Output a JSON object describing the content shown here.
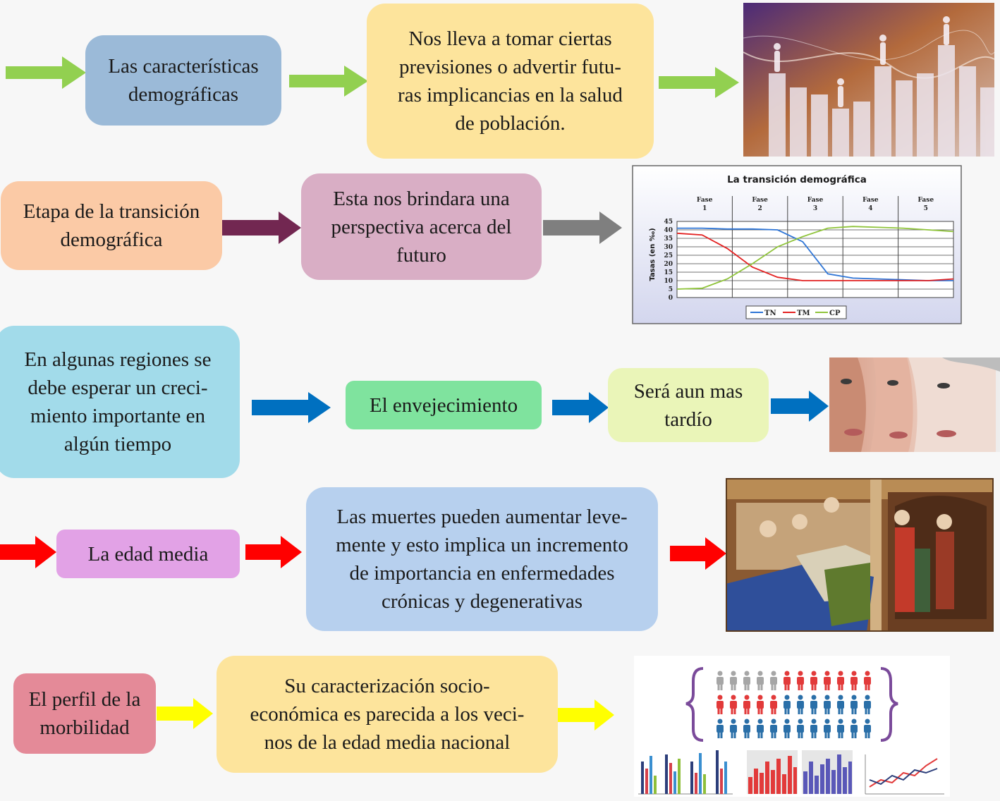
{
  "row1": {
    "box1": {
      "lines": [
        "Las características",
        "demográficas"
      ],
      "color": "#9bbad8"
    },
    "box2": {
      "lines": [
        "Nos lleva a tomar ciertas",
        "previsiones o advertir futu-",
        "ras implicancias en la salud",
        "de población."
      ],
      "color": "#fde49c"
    },
    "arrow_color": "#92d050"
  },
  "row2": {
    "box1": {
      "lines": [
        "Etapa de la transición",
        "demográfica"
      ],
      "color": "#fbcaa6"
    },
    "box2": {
      "lines": [
        "Esta nos brindara una",
        "perspectiva acerca del",
        "futuro"
      ],
      "color": "#d9aec5"
    },
    "arrow1_color": "#722751",
    "arrow2_color": "#7f7f7f"
  },
  "row3": {
    "box1": {
      "lines": [
        "En algunas regiones se",
        "debe esperar un creci-",
        "miento importante en",
        "algún tiempo"
      ],
      "color": "#a2dbea"
    },
    "box2": {
      "lines": [
        "El envejecimiento"
      ],
      "color": "#7fe39e"
    },
    "box3": {
      "lines": [
        "Será aun mas",
        "tardío"
      ],
      "color": "#eaf5b8"
    },
    "arrow_color": "#0070c0"
  },
  "row4": {
    "box1": {
      "lines": [
        "La edad media"
      ],
      "color": "#e2a2e6"
    },
    "box2": {
      "lines": [
        "Las muertes pueden aumentar leve-",
        "mente y esto implica un incremento",
        "de importancia en enfermedades",
        "crónicas y degenerativas"
      ],
      "color": "#b7d0ee"
    },
    "arrow_color": "#ff0000"
  },
  "row5": {
    "box1": {
      "lines": [
        "El perfil de la",
        "morbilidad"
      ],
      "color": "#e48a98"
    },
    "box2": {
      "lines": [
        "Su caracterización socio-",
        "económica es parecida a los veci-",
        "nos de la edad media nacional"
      ],
      "color": "#fde49c"
    },
    "arrow_color": "#ffff00"
  },
  "chart": {
    "title": "La transición demográfica",
    "phases": [
      {
        "word": "Fase",
        "num": "1"
      },
      {
        "word": "Fase",
        "num": "2"
      },
      {
        "word": "Fase",
        "num": "3"
      },
      {
        "word": "Fase",
        "num": "4"
      },
      {
        "word": "Fase",
        "num": "5"
      }
    ],
    "ylabel": "Tasas (en ‰)",
    "yticks": [
      "45",
      "40",
      "35",
      "30",
      "25",
      "20",
      "15",
      "10",
      "5",
      "0"
    ],
    "legend": [
      "TN",
      "TM",
      "CP"
    ]
  },
  "chart_data": {
    "type": "line",
    "title": "La transición demográfica",
    "xlabel": "",
    "ylabel": "Tasas (en ‰)",
    "x": [
      0,
      0.5,
      1,
      1.5,
      2,
      2.5,
      3,
      3.5,
      4,
      4.5,
      5,
      5.5
    ],
    "xlim": [
      0,
      5.5
    ],
    "ylim": [
      0,
      45
    ],
    "series": [
      {
        "name": "TN",
        "color": "#2e75d6",
        "values": [
          41,
          41,
          40.5,
          40.5,
          40,
          33,
          14,
          11.5,
          11,
          10.5,
          10,
          10
        ]
      },
      {
        "name": "TM",
        "color": "#e32121",
        "values": [
          38,
          37,
          29,
          18,
          12,
          10,
          10,
          10,
          10,
          10,
          10,
          11
        ]
      },
      {
        "name": "CP",
        "color": "#8fc43a",
        "values": [
          5,
          5.5,
          11,
          20,
          30,
          36,
          41,
          42,
          41.5,
          41,
          40,
          39
        ]
      }
    ],
    "grid": true,
    "legend_position": "bottom"
  }
}
